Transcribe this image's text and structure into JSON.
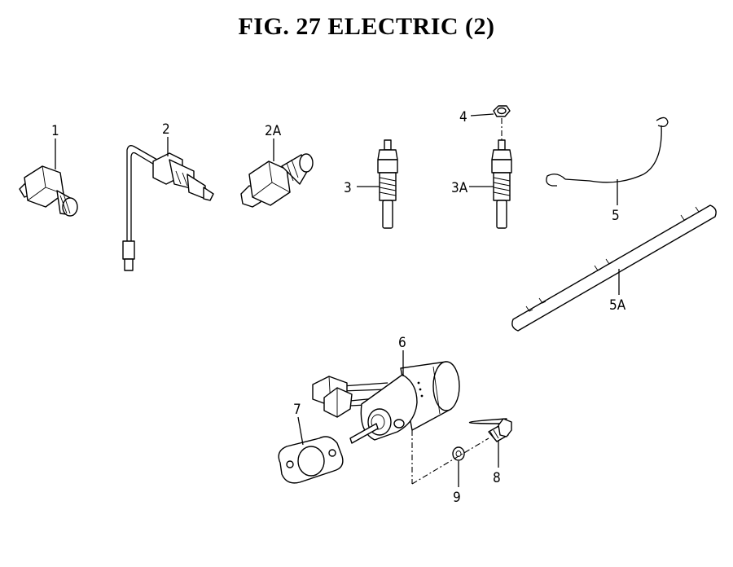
{
  "title": "FIG. 27  ELECTRIC (2)",
  "callouts": {
    "c1": "1",
    "c2": "2",
    "c2a": "2A",
    "c3": "3",
    "c3a": "3A",
    "c4": "4",
    "c5": "5",
    "c5a": "5A",
    "c6": "6",
    "c7": "7",
    "c8": "8",
    "c9": "9"
  }
}
